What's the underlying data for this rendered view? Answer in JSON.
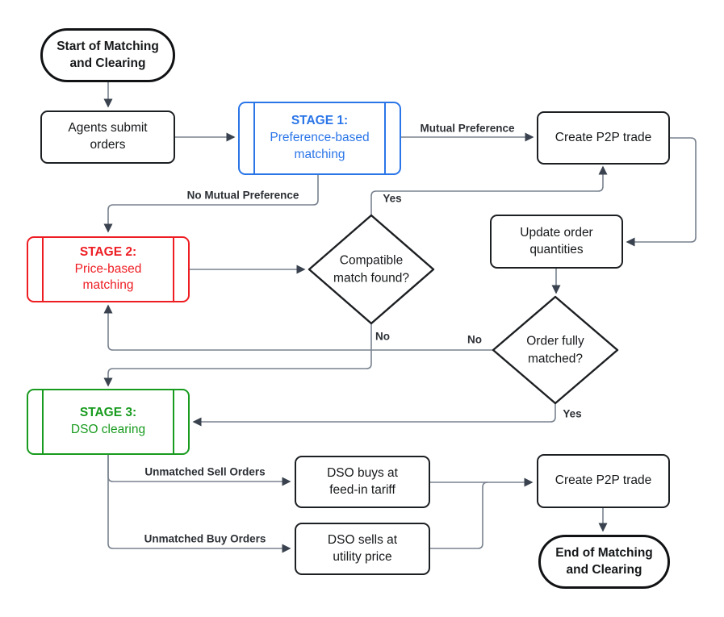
{
  "diagram": {
    "type": "flowchart",
    "background": "#ffffff"
  },
  "nodes": {
    "start": {
      "shape": "terminal",
      "label": "Start of Matching\nand Clearing"
    },
    "agents": {
      "shape": "process",
      "label": "Agents submit\norders"
    },
    "stage1": {
      "shape": "predefined-process",
      "title": "STAGE 1:",
      "label": "Preference-based\nmatching",
      "color": "#2a75e8"
    },
    "create_p2p_top": {
      "shape": "process",
      "label": "Create P2P trade"
    },
    "stage2": {
      "shape": "predefined-process",
      "title": "STAGE 2:",
      "label": "Price-based\nmatching",
      "color": "#ee1d23"
    },
    "compatible": {
      "shape": "decision",
      "label": "Compatible\nmatch found?"
    },
    "update": {
      "shape": "process",
      "label": "Update order\nquantities"
    },
    "order_fully": {
      "shape": "decision",
      "label": "Order fully\nmatched?"
    },
    "stage3": {
      "shape": "predefined-process",
      "title": "STAGE 3:",
      "label": "DSO clearing",
      "color": "#189b1e"
    },
    "dso_buys": {
      "shape": "process",
      "label": "DSO buys at\nfeed-in tariff"
    },
    "dso_sells": {
      "shape": "process",
      "label": "DSO sells at\nutility price"
    },
    "create_p2p_bottom": {
      "shape": "process",
      "label": "Create P2P trade"
    },
    "end": {
      "shape": "terminal",
      "label": "End of Matching\nand Clearing"
    }
  },
  "edges": [
    {
      "from": "start",
      "to": "agents",
      "label": ""
    },
    {
      "from": "agents",
      "to": "stage1",
      "label": ""
    },
    {
      "from": "stage1",
      "to": "create_p2p_top",
      "label": "Mutual Preference"
    },
    {
      "from": "stage1",
      "to": "stage2",
      "label": "No Mutual Preference"
    },
    {
      "from": "stage2",
      "to": "compatible",
      "label": ""
    },
    {
      "from": "compatible",
      "to": "create_p2p_top",
      "label": "Yes"
    },
    {
      "from": "create_p2p_top",
      "to": "update",
      "label": ""
    },
    {
      "from": "update",
      "to": "order_fully",
      "label": ""
    },
    {
      "from": "order_fully",
      "to": "stage2",
      "label": "No"
    },
    {
      "from": "compatible",
      "to": "stage3",
      "label": "No"
    },
    {
      "from": "order_fully",
      "to": "stage3",
      "label": "Yes"
    },
    {
      "from": "stage3",
      "to": "dso_buys",
      "label": "Unmatched Sell Orders"
    },
    {
      "from": "stage3",
      "to": "dso_sells",
      "label": "Unmatched Buy Orders"
    },
    {
      "from": "dso_buys",
      "to": "create_p2p_bottom",
      "label": ""
    },
    {
      "from": "dso_sells",
      "to": "create_p2p_bottom",
      "label": ""
    },
    {
      "from": "create_p2p_bottom",
      "to": "end",
      "label": ""
    }
  ],
  "colors": {
    "stage1_blue": "#2a75e8",
    "stage2_red": "#ee1d23",
    "stage3_green": "#189b1e",
    "connector_line": "#78828e",
    "arrowhead": "#39424e",
    "node_border": "#1d2023",
    "text": "#16181a"
  }
}
